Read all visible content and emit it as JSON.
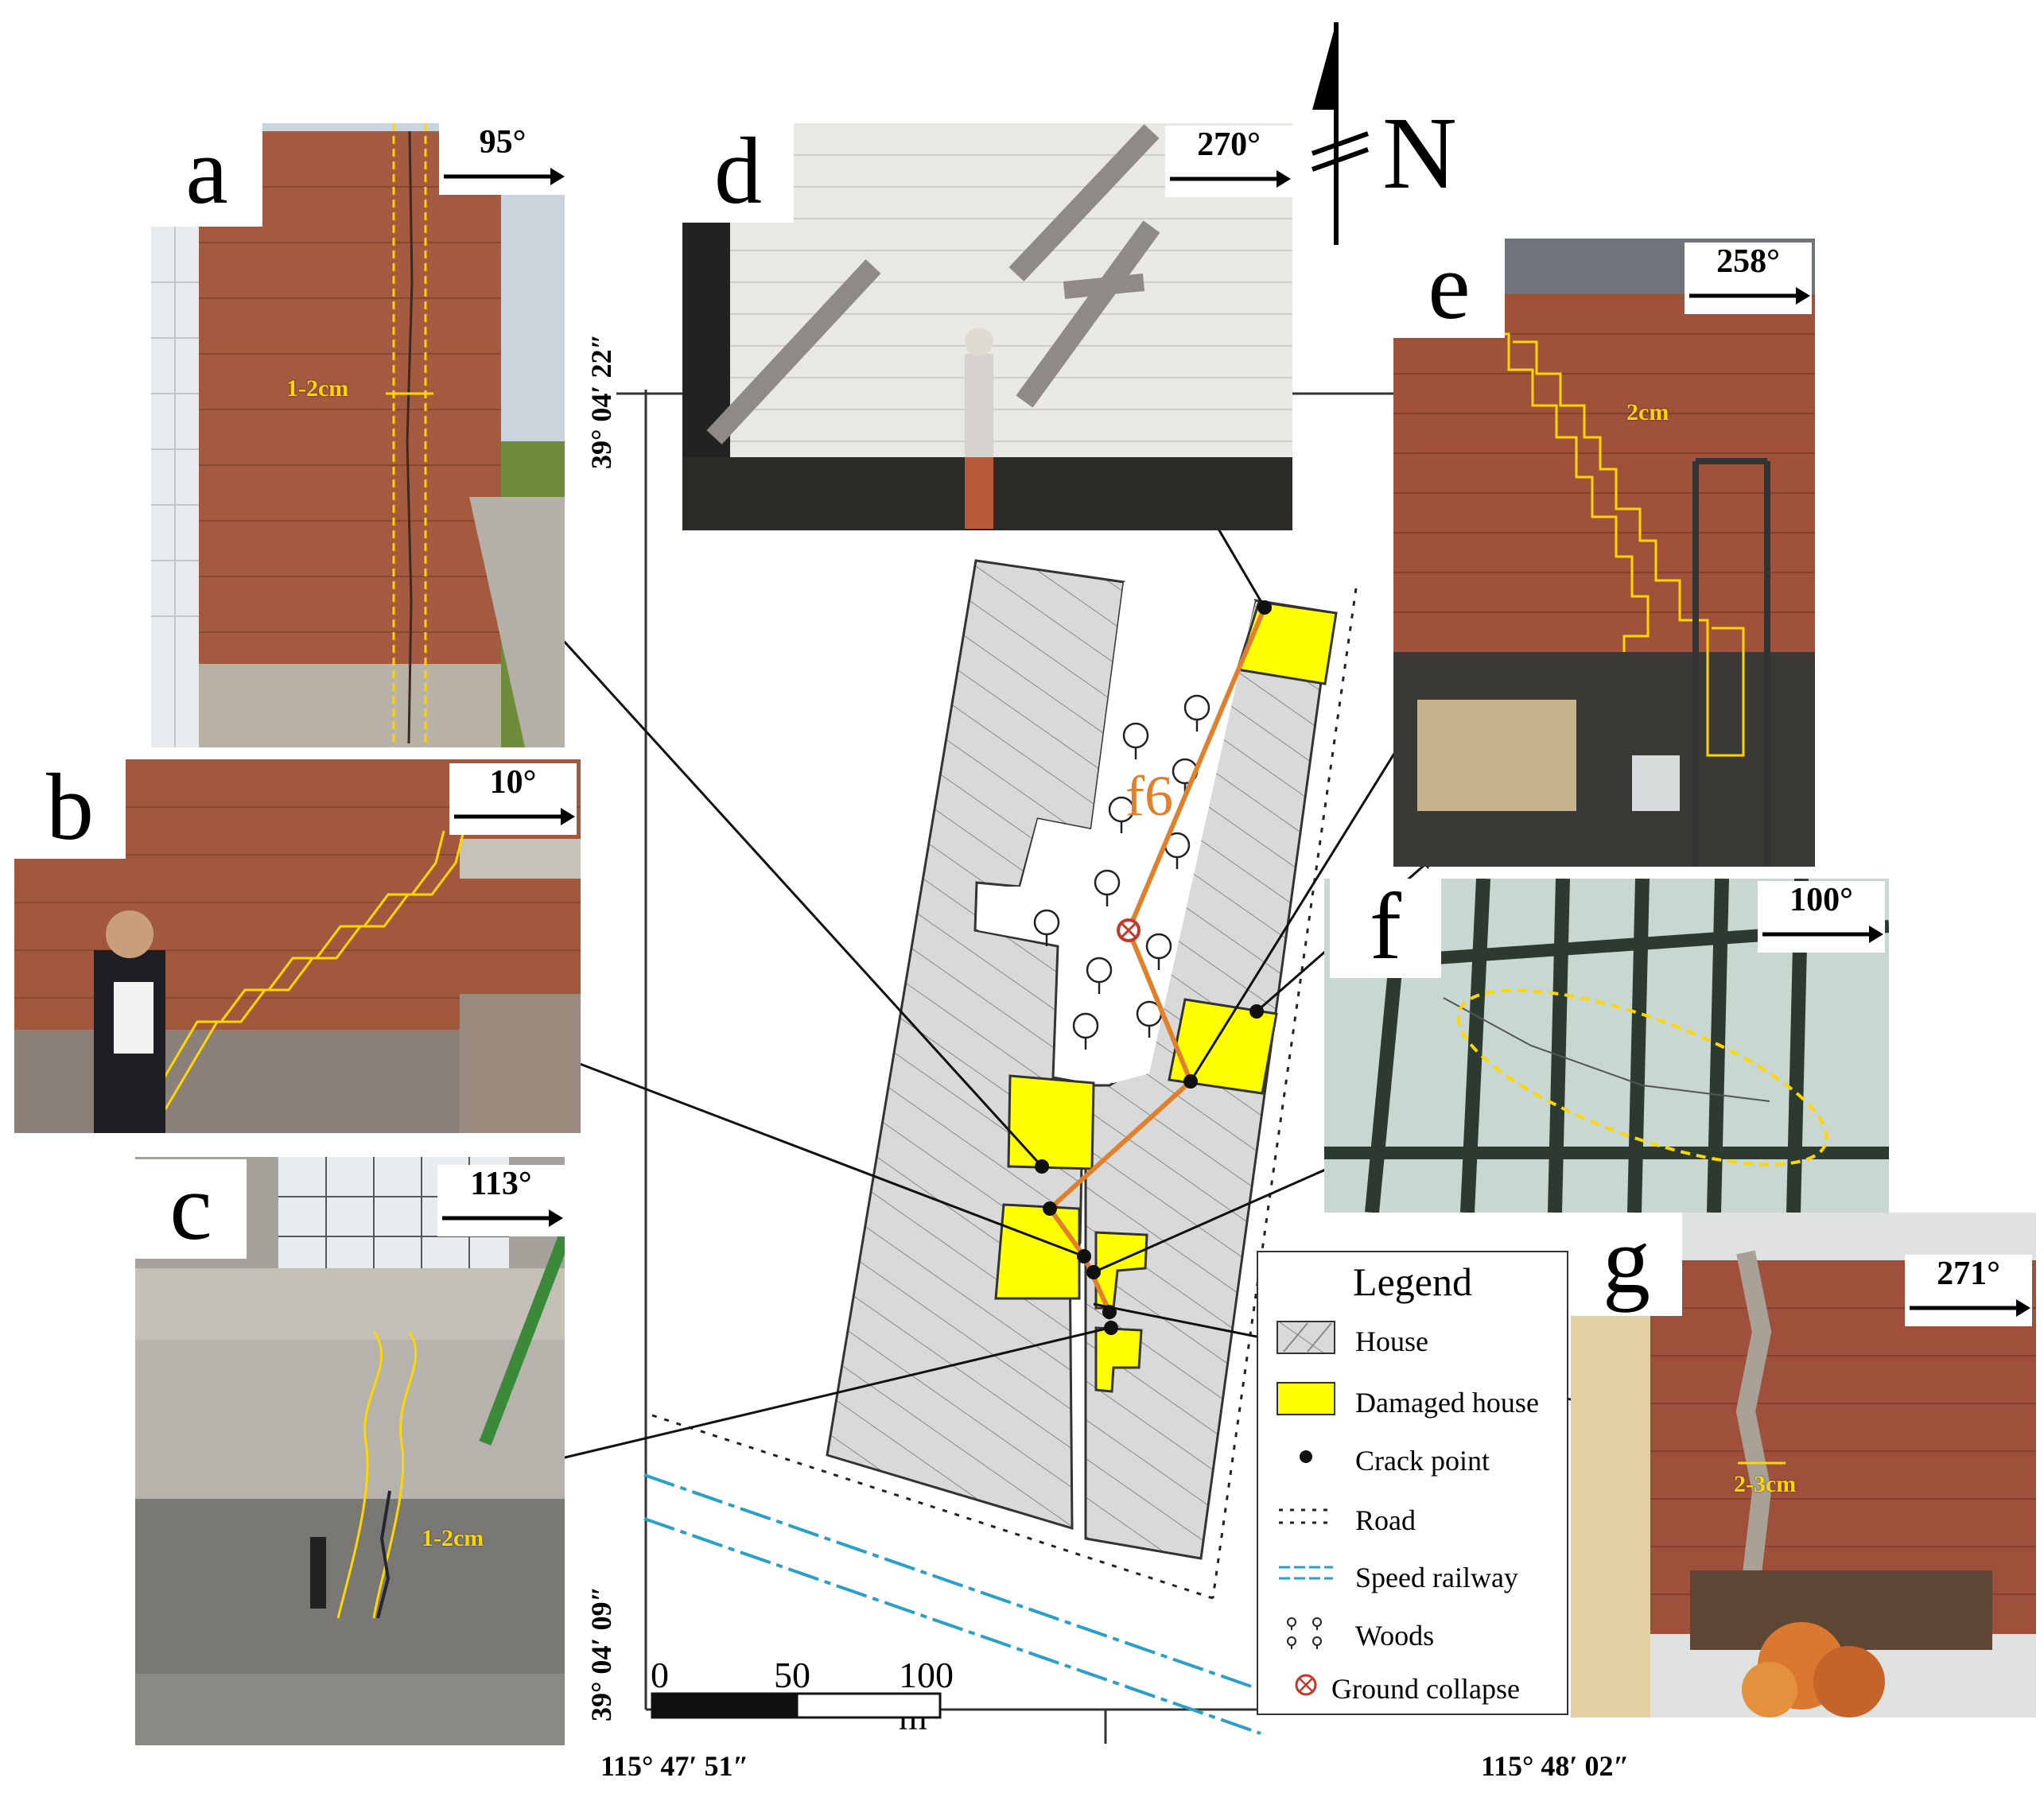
{
  "photos": [
    {
      "id": "a",
      "label": "a",
      "direction": "95°",
      "measure": "1-2cm"
    },
    {
      "id": "b",
      "label": "b",
      "direction": "10°",
      "measure": ""
    },
    {
      "id": "c",
      "label": "c",
      "direction": "113°",
      "measure": "1-2cm"
    },
    {
      "id": "d",
      "label": "d",
      "direction": "270°",
      "measure": ""
    },
    {
      "id": "e",
      "label": "e",
      "direction": "258°",
      "measure": "2cm"
    },
    {
      "id": "f",
      "label": "f",
      "direction": "100°",
      "measure": ""
    },
    {
      "id": "g",
      "label": "g",
      "direction": "271°",
      "measure": "2-3cm"
    }
  ],
  "map": {
    "fault_label": "f6",
    "north_label": "N",
    "scale": {
      "labels": [
        "0",
        "50",
        "100 m"
      ]
    },
    "coords": {
      "lat_top": "39°  04′  22″",
      "lat_bottom": "39°  04′  09″",
      "lon_left": "115°  47′  51″",
      "lon_right": "115°  48′  02″"
    },
    "colors": {
      "house": "#d9d9d9",
      "damaged_house": "#ffff00",
      "fault_line": "#e0802a",
      "railway": "#2aa0c8",
      "collapse": "#c0392b"
    }
  },
  "legend": {
    "title": "Legend",
    "items": [
      {
        "symbol": "house",
        "label": "House"
      },
      {
        "symbol": "damaged-house",
        "label": "Damaged house"
      },
      {
        "symbol": "crack-point",
        "label": "Crack point"
      },
      {
        "symbol": "road",
        "label": "Road"
      },
      {
        "symbol": "speed-railway",
        "label": "Speed railway"
      },
      {
        "symbol": "woods",
        "label": "Woods"
      },
      {
        "symbol": "ground-collapse",
        "label": "Ground collapse"
      }
    ]
  }
}
